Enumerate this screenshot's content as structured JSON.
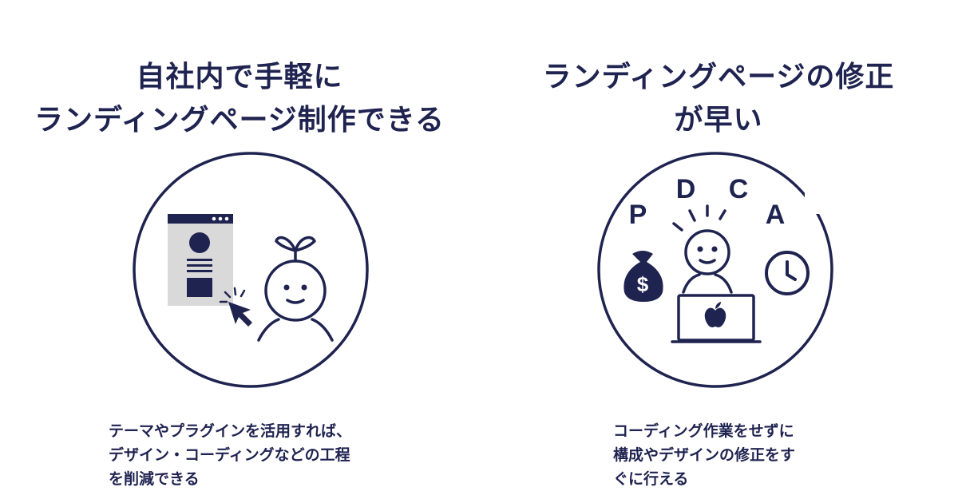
{
  "left": {
    "heading_line1": "自社内で手軽に",
    "heading_line2": "ランディングページ制作できる",
    "description": "テーマやプラグインを活用すれば、\nデザイン・コーディングなどの工程\nを削減できる"
  },
  "right": {
    "heading_line1": "ランディングページの修正",
    "heading_line2": "が早い",
    "description": "コーディング作業をせずに\n構成やデザインの修正をす\nぐに行える",
    "pdca_letters": [
      "P",
      "D",
      "C",
      "A"
    ]
  },
  "colors": {
    "navy": "#1f2350",
    "window_gray": "#d9d9d9",
    "background": "#ffffff"
  },
  "icons": [
    "browser-window-icon",
    "cursor-click-icon",
    "sprout-person-icon",
    "money-bag-icon",
    "person-laptop-icon",
    "apple-logo-icon",
    "clock-icon"
  ]
}
